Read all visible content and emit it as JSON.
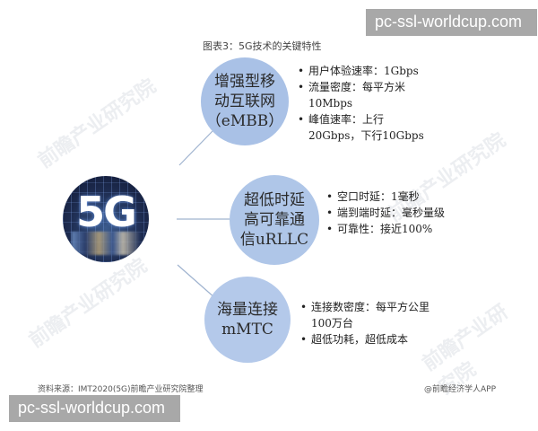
{
  "title": "图表3：5G技术的关键特性",
  "watermarks": {
    "top_right": "pc-ssl-worldcup.com",
    "bottom_left": "pc-ssl-worldcup.com",
    "faint": "前瞻产业研究院"
  },
  "center": {
    "label": "5G",
    "icon": "5g-network-image"
  },
  "nodes": [
    {
      "label_lines": [
        "增强型移",
        "动互联网",
        "（eMBB）"
      ],
      "bullets": [
        "用户体验速率：1Gbps",
        "流量密度：每平方米10Mbps",
        "峰值速率：上行20Gbps，下行10Gbps"
      ]
    },
    {
      "label_lines": [
        "超低时延",
        "高可靠通",
        "信uRLLC"
      ],
      "bullets": [
        "空口时延：1毫秒",
        "端到端时延：毫秒量级",
        "可靠性：接近100%"
      ]
    },
    {
      "label_lines": [
        "海量连接",
        "mMTC"
      ],
      "bullets": [
        "连接数密度：每平方公里100万台",
        "超低功耗，超低成本"
      ]
    }
  ],
  "footer": {
    "source": "资料来源：IMT2020(5G)前瞻产业研究院整理",
    "credit": "@前瞻经济学人APP"
  },
  "colors": {
    "bubble": "#a9c1e6",
    "connector": "#9fb3cf",
    "watermark_bg": "#a8a8a8"
  }
}
